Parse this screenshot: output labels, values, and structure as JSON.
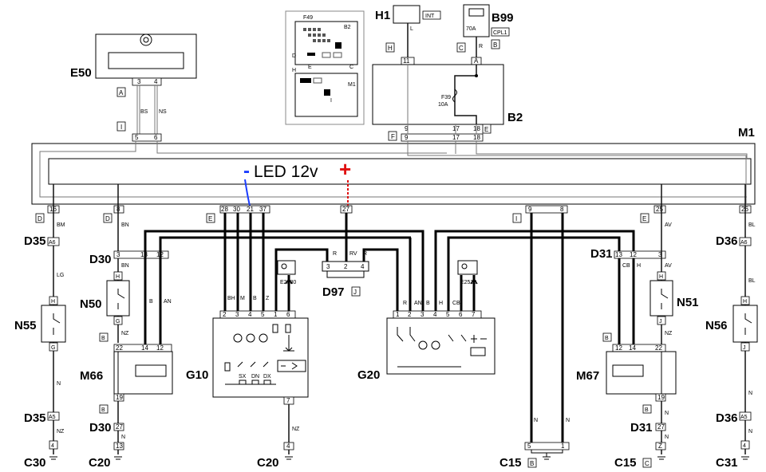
{
  "components": {
    "E50": "E50",
    "H1": "H1",
    "B99": "B99",
    "B2": "B2",
    "M1": "M1",
    "D35": "D35",
    "D30": "D30",
    "N50": "N50",
    "N55": "N55",
    "M66": "M66",
    "G10": "G10",
    "D97": "D97",
    "G20": "G20",
    "D31": "D31",
    "N51": "N51",
    "M67": "M67",
    "D36": "D36",
    "N56": "N56",
    "C30": "C30",
    "C20a": "C20",
    "C20b": "C20",
    "C15a": "C15",
    "C15b": "C15",
    "C31": "C31",
    "F49": "F49",
    "F39": "F39",
    "F39_rating": "10A",
    "fuse_B99": "70A",
    "E2530a": "E2530",
    "E2530b": "E2530",
    "INT": "INT",
    "CPL1": "CPL1"
  },
  "annotation": {
    "minus": "-",
    "text": "LED 12v",
    "plus": "+",
    "minus_color": "#1a3cff",
    "plus_color": "#e01010"
  },
  "connectors": {
    "A": "A",
    "I": "I",
    "H": "H",
    "C": "C",
    "B": "B",
    "F": "F",
    "E": "E",
    "D": "D",
    "J": "J",
    "G": "G",
    "A6": "A6",
    "A5": "A5",
    "27": "27",
    "13": "13",
    "Z": "Z"
  },
  "wires": {
    "BS": "BS",
    "NS": "NS",
    "L": "L",
    "R": "R",
    "BM": "BM",
    "BN": "BN",
    "LG": "LG",
    "NZ": "NZ",
    "N": "N",
    "B": "B",
    "AN": "AN",
    "BH": "BH",
    "M": "M",
    "Z": "Z",
    "RV": "RV",
    "CB": "CB",
    "H": "H",
    "AV": "AV",
    "BL": "BL"
  },
  "pins": {
    "p3": "3",
    "p4": "4",
    "p5": "5",
    "p6": "6",
    "p11": "11",
    "p9": "9",
    "p17": "17",
    "p18": "18",
    "p16": "16",
    "p8": "8",
    "p28": "28",
    "p30": "30",
    "p21": "21",
    "p37": "37",
    "p27": "27",
    "p25": "25",
    "p26": "26",
    "p12": "12",
    "p13": "13",
    "p14": "14",
    "p22": "22",
    "p19": "19",
    "p2": "2",
    "p1": "1",
    "p7": "7"
  },
  "switch_labels": {
    "SX": "SX",
    "DN": "DN",
    "DX": "DX"
  }
}
